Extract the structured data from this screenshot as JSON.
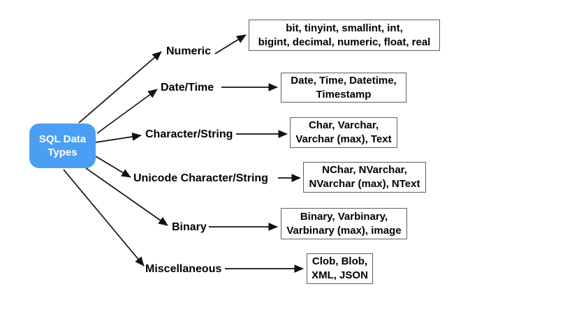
{
  "diagram": {
    "title": "SQL Data Types mind map",
    "root_label": "SQL Data Types",
    "colors": {
      "root_fill": "#4b9ff2",
      "root_text": "#ffffff",
      "box_border": "#5f5f5f",
      "arrow": "#111111",
      "text": "#000000",
      "background": "#ffffff"
    },
    "branches": [
      {
        "label": "Numeric",
        "types": "bit, tinyint, smallint, int,\nbigint, decimal, numeric, float, real"
      },
      {
        "label": "Date/Time",
        "types": "Date, Time, Datetime,\nTimestamp"
      },
      {
        "label": "Character/String",
        "types": "Char, Varchar,\nVarchar (max), Text"
      },
      {
        "label": "Unicode Character/String",
        "types": "NChar, NVarchar,\nNVarchar (max), NText"
      },
      {
        "label": "Binary",
        "types": "Binary, Varbinary,\nVarbinary (max), image"
      },
      {
        "label": "Miscellaneous",
        "types": "Clob, Blob,\nXML, JSON"
      }
    ]
  }
}
